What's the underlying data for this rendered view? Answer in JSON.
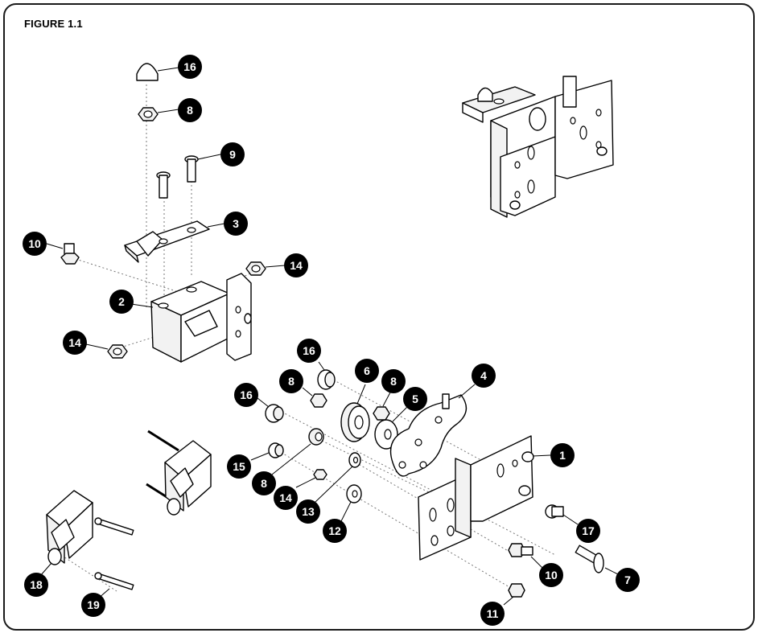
{
  "figure": {
    "title": "FIGURE 1.1"
  },
  "callouts": [
    {
      "id": "c16a",
      "label": "16"
    },
    {
      "id": "c8a",
      "label": "8"
    },
    {
      "id": "c9",
      "label": "9"
    },
    {
      "id": "c3",
      "label": "3"
    },
    {
      "id": "c10a",
      "label": "10"
    },
    {
      "id": "c14a",
      "label": "14"
    },
    {
      "id": "c2",
      "label": "2"
    },
    {
      "id": "c14b",
      "label": "14"
    },
    {
      "id": "c16b",
      "label": "16"
    },
    {
      "id": "c6",
      "label": "6"
    },
    {
      "id": "c8b",
      "label": "8"
    },
    {
      "id": "c8c",
      "label": "8"
    },
    {
      "id": "c4",
      "label": "4"
    },
    {
      "id": "c16c",
      "label": "16"
    },
    {
      "id": "c5",
      "label": "5"
    },
    {
      "id": "c1",
      "label": "1"
    },
    {
      "id": "c15",
      "label": "15"
    },
    {
      "id": "c8d",
      "label": "8"
    },
    {
      "id": "c14c",
      "label": "14"
    },
    {
      "id": "c13",
      "label": "13"
    },
    {
      "id": "c12",
      "label": "12"
    },
    {
      "id": "c17",
      "label": "17"
    },
    {
      "id": "c10b",
      "label": "10"
    },
    {
      "id": "c7",
      "label": "7"
    },
    {
      "id": "c11",
      "label": "11"
    },
    {
      "id": "c18",
      "label": "18"
    },
    {
      "id": "c19",
      "label": "19"
    }
  ]
}
